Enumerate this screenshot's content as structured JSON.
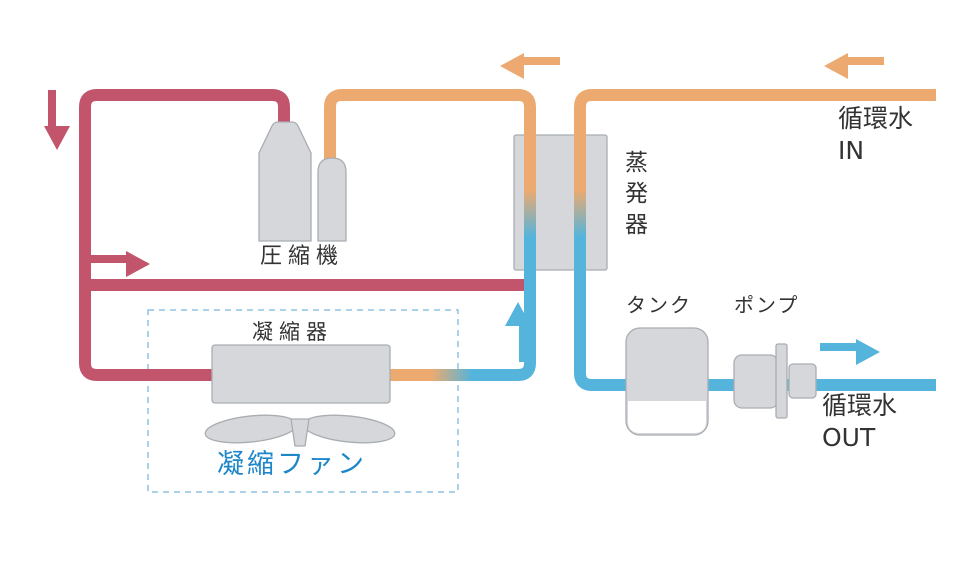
{
  "diagram": {
    "labels": {
      "compressor": "圧縮機",
      "condenser": "凝縮器",
      "condenser_fan": "凝縮ファン",
      "evaporator": "蒸発器",
      "tank": "タンク",
      "pump": "ポンプ",
      "water_in": "循環水\nIN",
      "water_out": "循環水\nOUT"
    },
    "colors": {
      "hot_pipe": "#c2556b",
      "warm_pipe": "#ecaa70",
      "cold_pipe": "#55b4dc",
      "equipment_fill": "#d5d7da",
      "equipment_stroke": "#a9adb2",
      "fan_label": "#1d87c9",
      "dashed_box": "#8fc3e0",
      "label_text": "#333333"
    }
  }
}
